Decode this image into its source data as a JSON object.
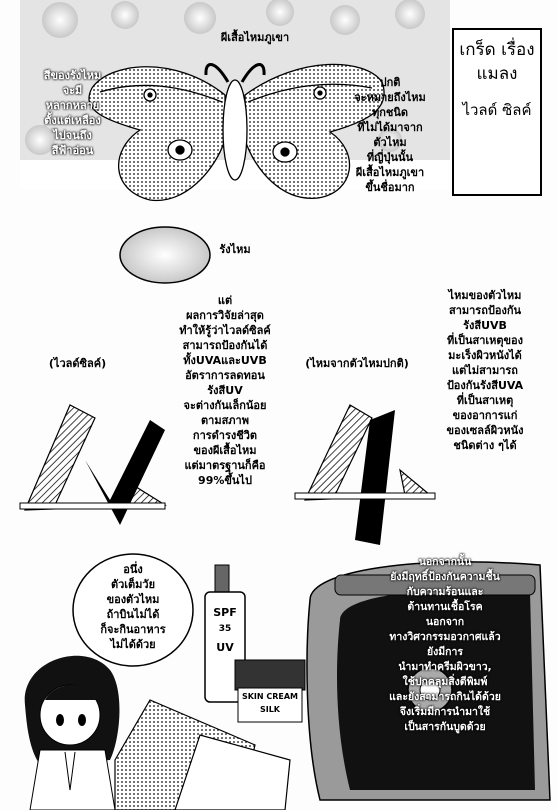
{
  "title_box": {
    "heading": "เกร็ด\nเรื่อง\nแมลง",
    "subheading": "ไวลด์\nซิลค์"
  },
  "labels": {
    "moth": "ผีเสื้อไหมภูเขา",
    "cocoon_color": "สีของรังไหม\nจะมี\nหลากหลาย\nตั้งแต่เหลือง\nไปจนถึง\nสีฟ้าอ่อน",
    "normal_silk": "ปกติ\nจะหมายถึงไหม\nทุกชนิด\nที่ไม่ได้มาจาก\nตัวไหม\nที่ญี่ปุ่นนั้น\nผีเสื้อไหมภูเขา\nขึ้นชื่อมาก",
    "cocoon": "รังไหม",
    "research": "แต่\nผลการวิจัยล่าสุด\nทำให้รู้ว่าไวลด์ซิลค์\nสามารถป้องกันได้\nทั้งUVAและUVB\nอัตราการลดทอน\nรังสีUV\nจะต่างกันเล็กน้อย\nตามสภาพ\nการดำรงชีวิต\nของผีเสื้อไหม\nแต่มาตรฐานก็คือ\n99%ขึ้นไป",
    "wild_silk_label": "(ไวลด์ซิลค์)",
    "normal_silk_label": "(ไหมจากตัวไหมปกติ)",
    "normal_uv": "ไหมของตัวไหม\nสามารถป้องกัน\nรังสีUVB\nที่เป็นสาเหตุของ\nมะเร็งผิวหนังได้\nแต่ไม่สามารถ\nป้องกันรังสีUVA\nที่เป็นสาเหตุ\nของอาการแก่\nของเซลล์ผิวหนัง\nชนิดต่าง ๆได้",
    "adult_moth": "อนึ่ง\nตัวเต็มวัย\nของตัวไหม\nถ้าบินไม่ได้\nก็จะกินอาหาร\nไม่ได้ด้วย",
    "other_uses": "นอกจากนั้น\nยังมีฤทธิ์ป้องกันความชื้น\nกับความร้อนและ\nต้านทานเชื้อโรค\nนอกจาก\nทางวิศวกรรมอวกาศแล้ว\nยังมีการ\nนำมาทำครีมผิวขาว,\nใช้ปกคลุมสิ่งตีพิมพ์\nและยังสามารถกินได้ด้วย\nจึงเริ่มมีการนำมาใช้\nเป็นสารกันบูดด้วย"
  },
  "products": {
    "bottle_text": "SPF",
    "bottle_number": "35",
    "bottle_uv": "UV",
    "cream_text": "SKIN CREAM",
    "cream_brand": "SILK"
  },
  "colors": {
    "ink": "#000000",
    "paper": "#fdfdfd",
    "tone": "#9a9a9a"
  }
}
